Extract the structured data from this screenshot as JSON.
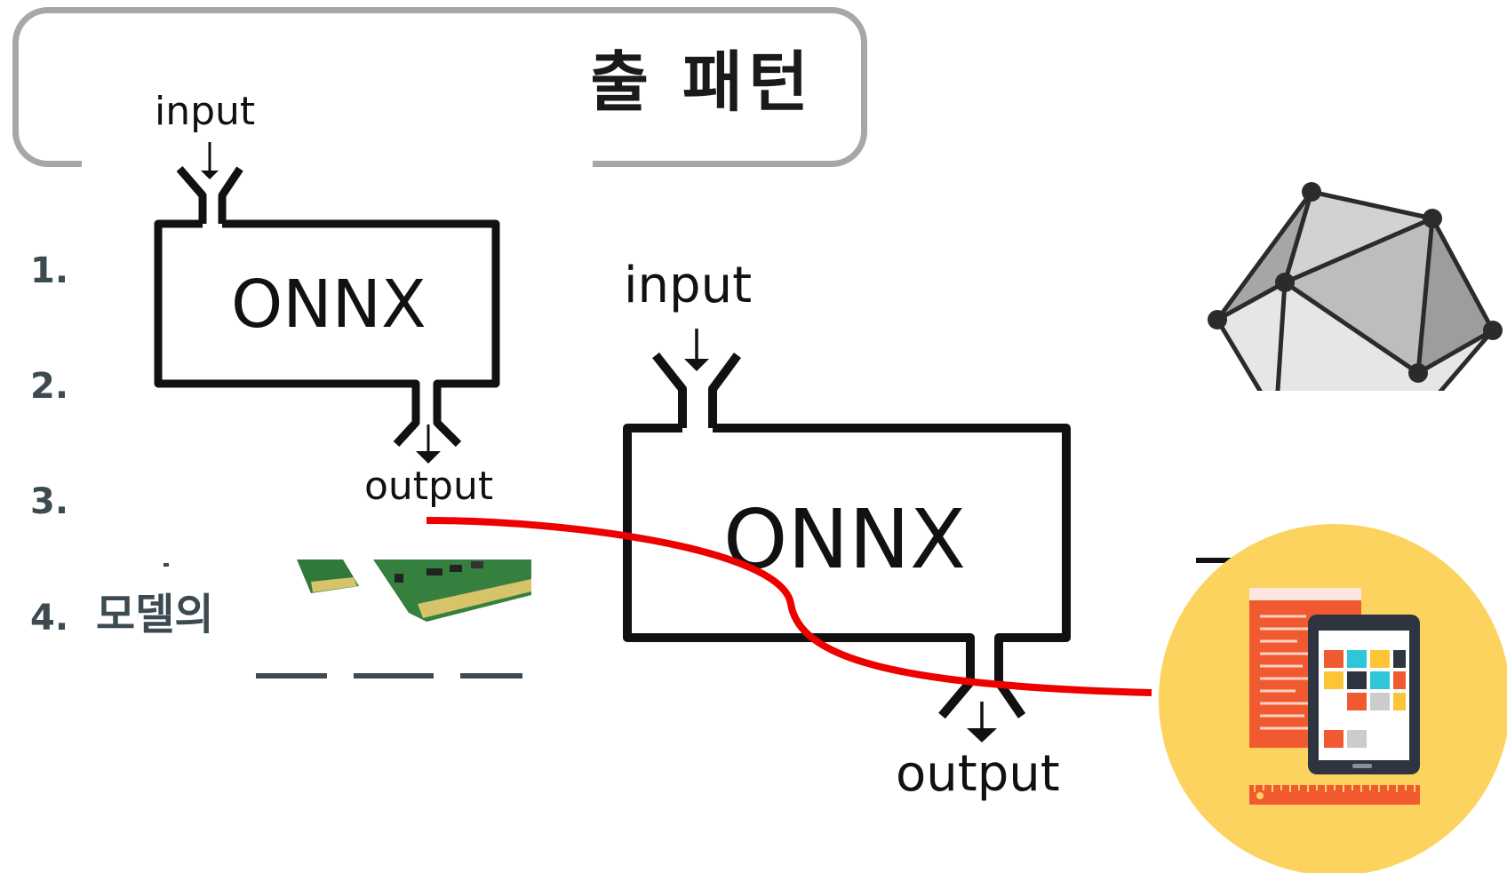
{
  "title": "출 패턴",
  "list": {
    "numbers": [
      "1.",
      "2.",
      "3.",
      "4."
    ],
    "item4_text": "모델의"
  },
  "diagrams": [
    {
      "input": "input",
      "box": "ONNX",
      "output": "output"
    },
    {
      "input": "input",
      "box": "ONNX",
      "output": "output"
    }
  ],
  "icons": [
    "polyhedron-icon",
    "tablet-app-icon",
    "memory-module-icon"
  ],
  "colors": {
    "frame": "#a7a7a7",
    "connector": "#ee0000",
    "circle": "#fdd35f",
    "text_dark": "#3d4a52"
  }
}
